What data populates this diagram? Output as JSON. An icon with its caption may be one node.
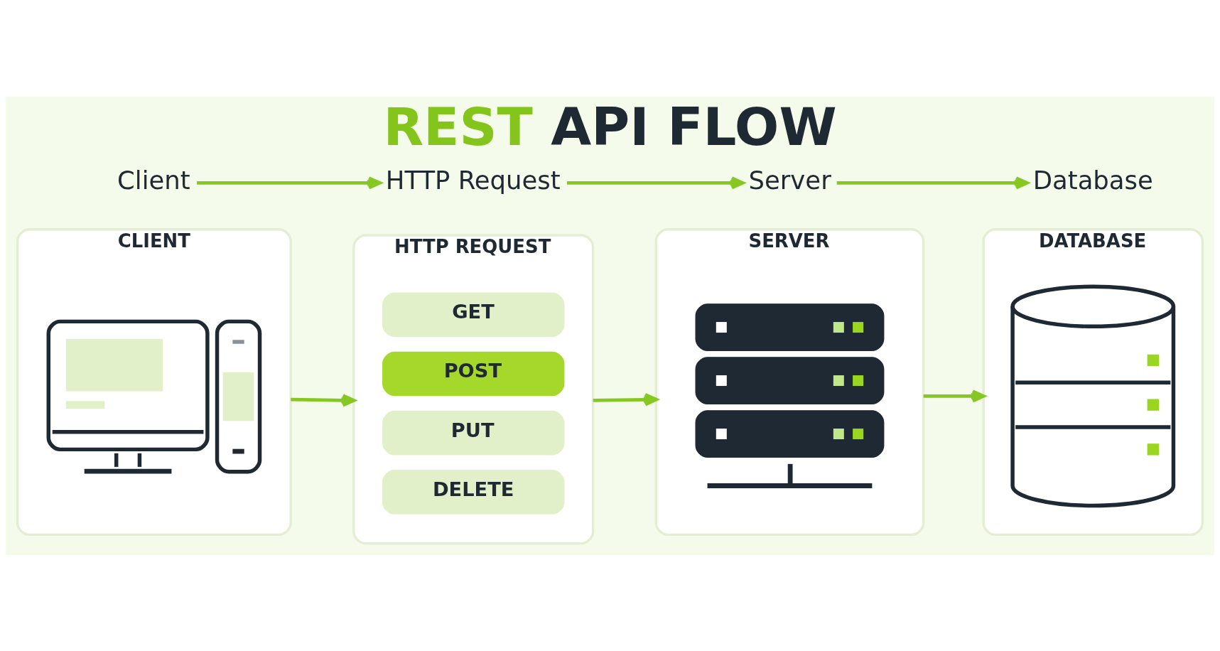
{
  "diagram": {
    "title": "REST API FLOW",
    "nodes": [
      {
        "text": [
          "Client"
        ]
      },
      {
        "text": [
          "HTTP Request"
        ]
      },
      {
        "text": [
          "Server"
        ]
      },
      {
        "text": [
          "Database"
        ]
      },
      {
        "text": [
          "CLIENT"
        ]
      },
      {
        "text": [],
        "shape": "picture",
        "in": 4
      },
      {
        "text": [
          "HTTP REQUEST"
        ]
      },
      {
        "text": [
          "GET"
        ],
        "in": 6
      },
      {
        "text": [
          "POST"
        ],
        "in": 6
      },
      {
        "text": [
          "PUT"
        ],
        "in": 6
      },
      {
        "text": [
          "DELETE"
        ],
        "in": 6
      },
      {
        "text": [
          "SERVER"
        ]
      },
      {
        "text": [],
        "shape": "picture",
        "in": 11
      },
      {
        "text": [
          "DATABASE"
        ]
      },
      {
        "text": [],
        "shape": "cylinder",
        "in": 13
      }
    ],
    "edges": [
      {
        "from": 0,
        "to": 1,
        "arrow": "to"
      },
      {
        "from": 1,
        "to": 2,
        "arrow": "to"
      },
      {
        "from": 2,
        "to": 3,
        "arrow": "to"
      },
      {
        "from": 4,
        "to": 6,
        "arrow": "to"
      },
      {
        "from": 6,
        "to": 11,
        "arrow": "to"
      },
      {
        "from": 11,
        "to": 13,
        "arrow": "to"
      }
    ]
  }
}
